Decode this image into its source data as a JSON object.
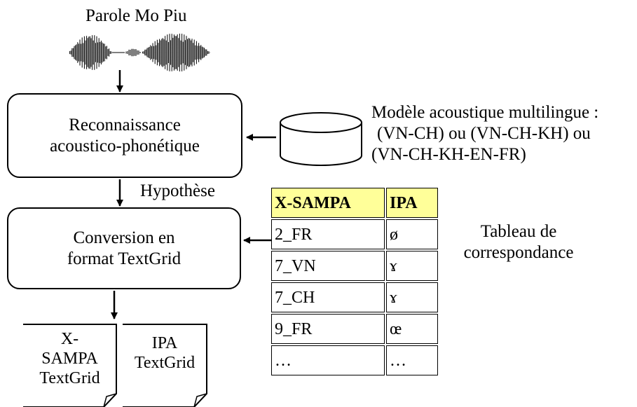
{
  "speech_label": "Parole Mo Piu",
  "recognition_box": [
    "Reconnaissance",
    "acoustico-phonétique"
  ],
  "acoustic_model": [
    "Modèle acoustique multilingue :",
    "(VN-CH) ou (VN-CH-KH) ou",
    "(VN-CH-KH-EN-FR)"
  ],
  "hypothesis_label": "Hypothèse",
  "conversion_box": [
    "Conversion en",
    "format TextGrid"
  ],
  "table": {
    "headers": [
      "X-SAMPA",
      "IPA"
    ],
    "rows": [
      [
        "2_FR",
        "ø"
      ],
      [
        "7_VN",
        "ɤ"
      ],
      [
        "7_CH",
        "ɤ"
      ],
      [
        "9_FR",
        "œ"
      ],
      [
        "…",
        "…"
      ]
    ]
  },
  "table_caption": [
    "Tableau de",
    "correspondance"
  ],
  "outputs": {
    "xsampa": [
      "X-",
      "SAMPA",
      "TextGrid"
    ],
    "ipa": [
      "IPA",
      "TextGrid"
    ]
  },
  "colors": {
    "table_header": "#ffff99"
  }
}
